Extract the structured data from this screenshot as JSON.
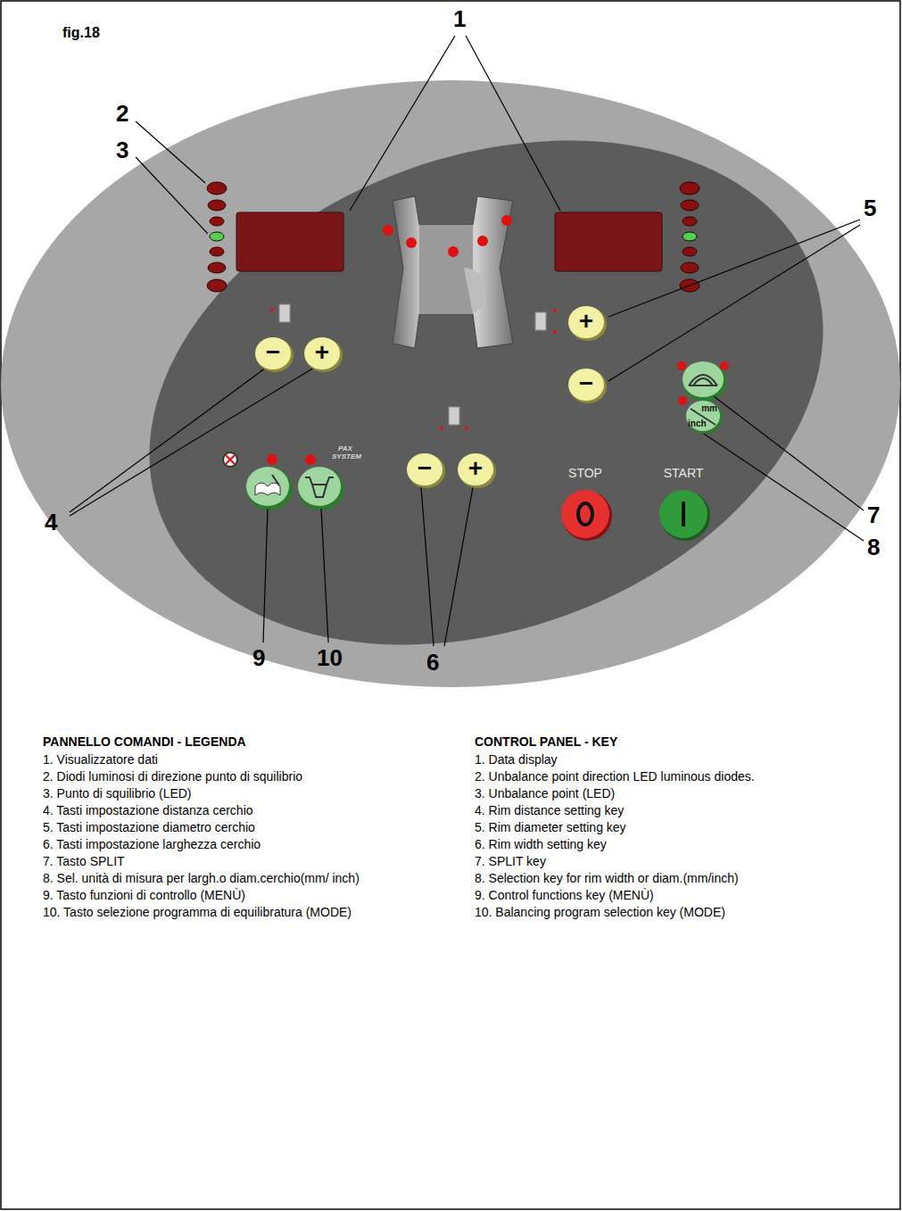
{
  "diagram": {
    "nodes": [
      {
        "text": [
          "−"
        ]
      },
      {
        "text": [
          "+"
        ]
      },
      {
        "text": [
          "+"
        ]
      },
      {
        "text": [
          "−"
        ]
      },
      {
        "text": [
          "−"
        ]
      },
      {
        "text": [
          "+"
        ]
      },
      {
        "text": [
          "mm",
          "inch"
        ]
      },
      {
        "text": [
          "STOP"
        ]
      },
      {
        "text": [
          "START"
        ]
      }
    ],
    "labels": [
      "fig.18",
      "1",
      "2",
      "3",
      "5",
      "4",
      "7",
      "8",
      "9",
      "10",
      "6",
      "PAX SYSTEM",
      "PANNELLO COMANDI - LEGENDA",
      "1. Visualizzatore dati",
      "2. Diodi luminosi di direzione punto di squilibrio",
      "3. Punto di squilibrio (LED)",
      "4. Tasti impostazione distanza cerchio",
      "5. Tasti impostazione diametro cerchio",
      "6. Tasti impostazione larghezza cerchio",
      "7. Tasto SPLIT",
      "8. Sel. unità di misura per largh.o diam.cerchio(mm/ inch)",
      "9. Tasto funzioni di controllo (MENÙ)",
      "10. Tasto selezione programma di equilibratura (MODE)",
      "CONTROL PANEL - KEY",
      "1. Data display",
      "2. Unbalance point direction LED luminous diodes.",
      "3. Unbalance point (LED)",
      "4. Rim distance setting key",
      "5. Rim diameter setting key",
      "6. Rim width setting key",
      "7. SPLIT key",
      "8. Selection key for rim width or diam.(mm/inch)",
      "9. Control functions key (MENÙ)",
      "10. Balancing program selection key (MODE)"
    ]
  }
}
